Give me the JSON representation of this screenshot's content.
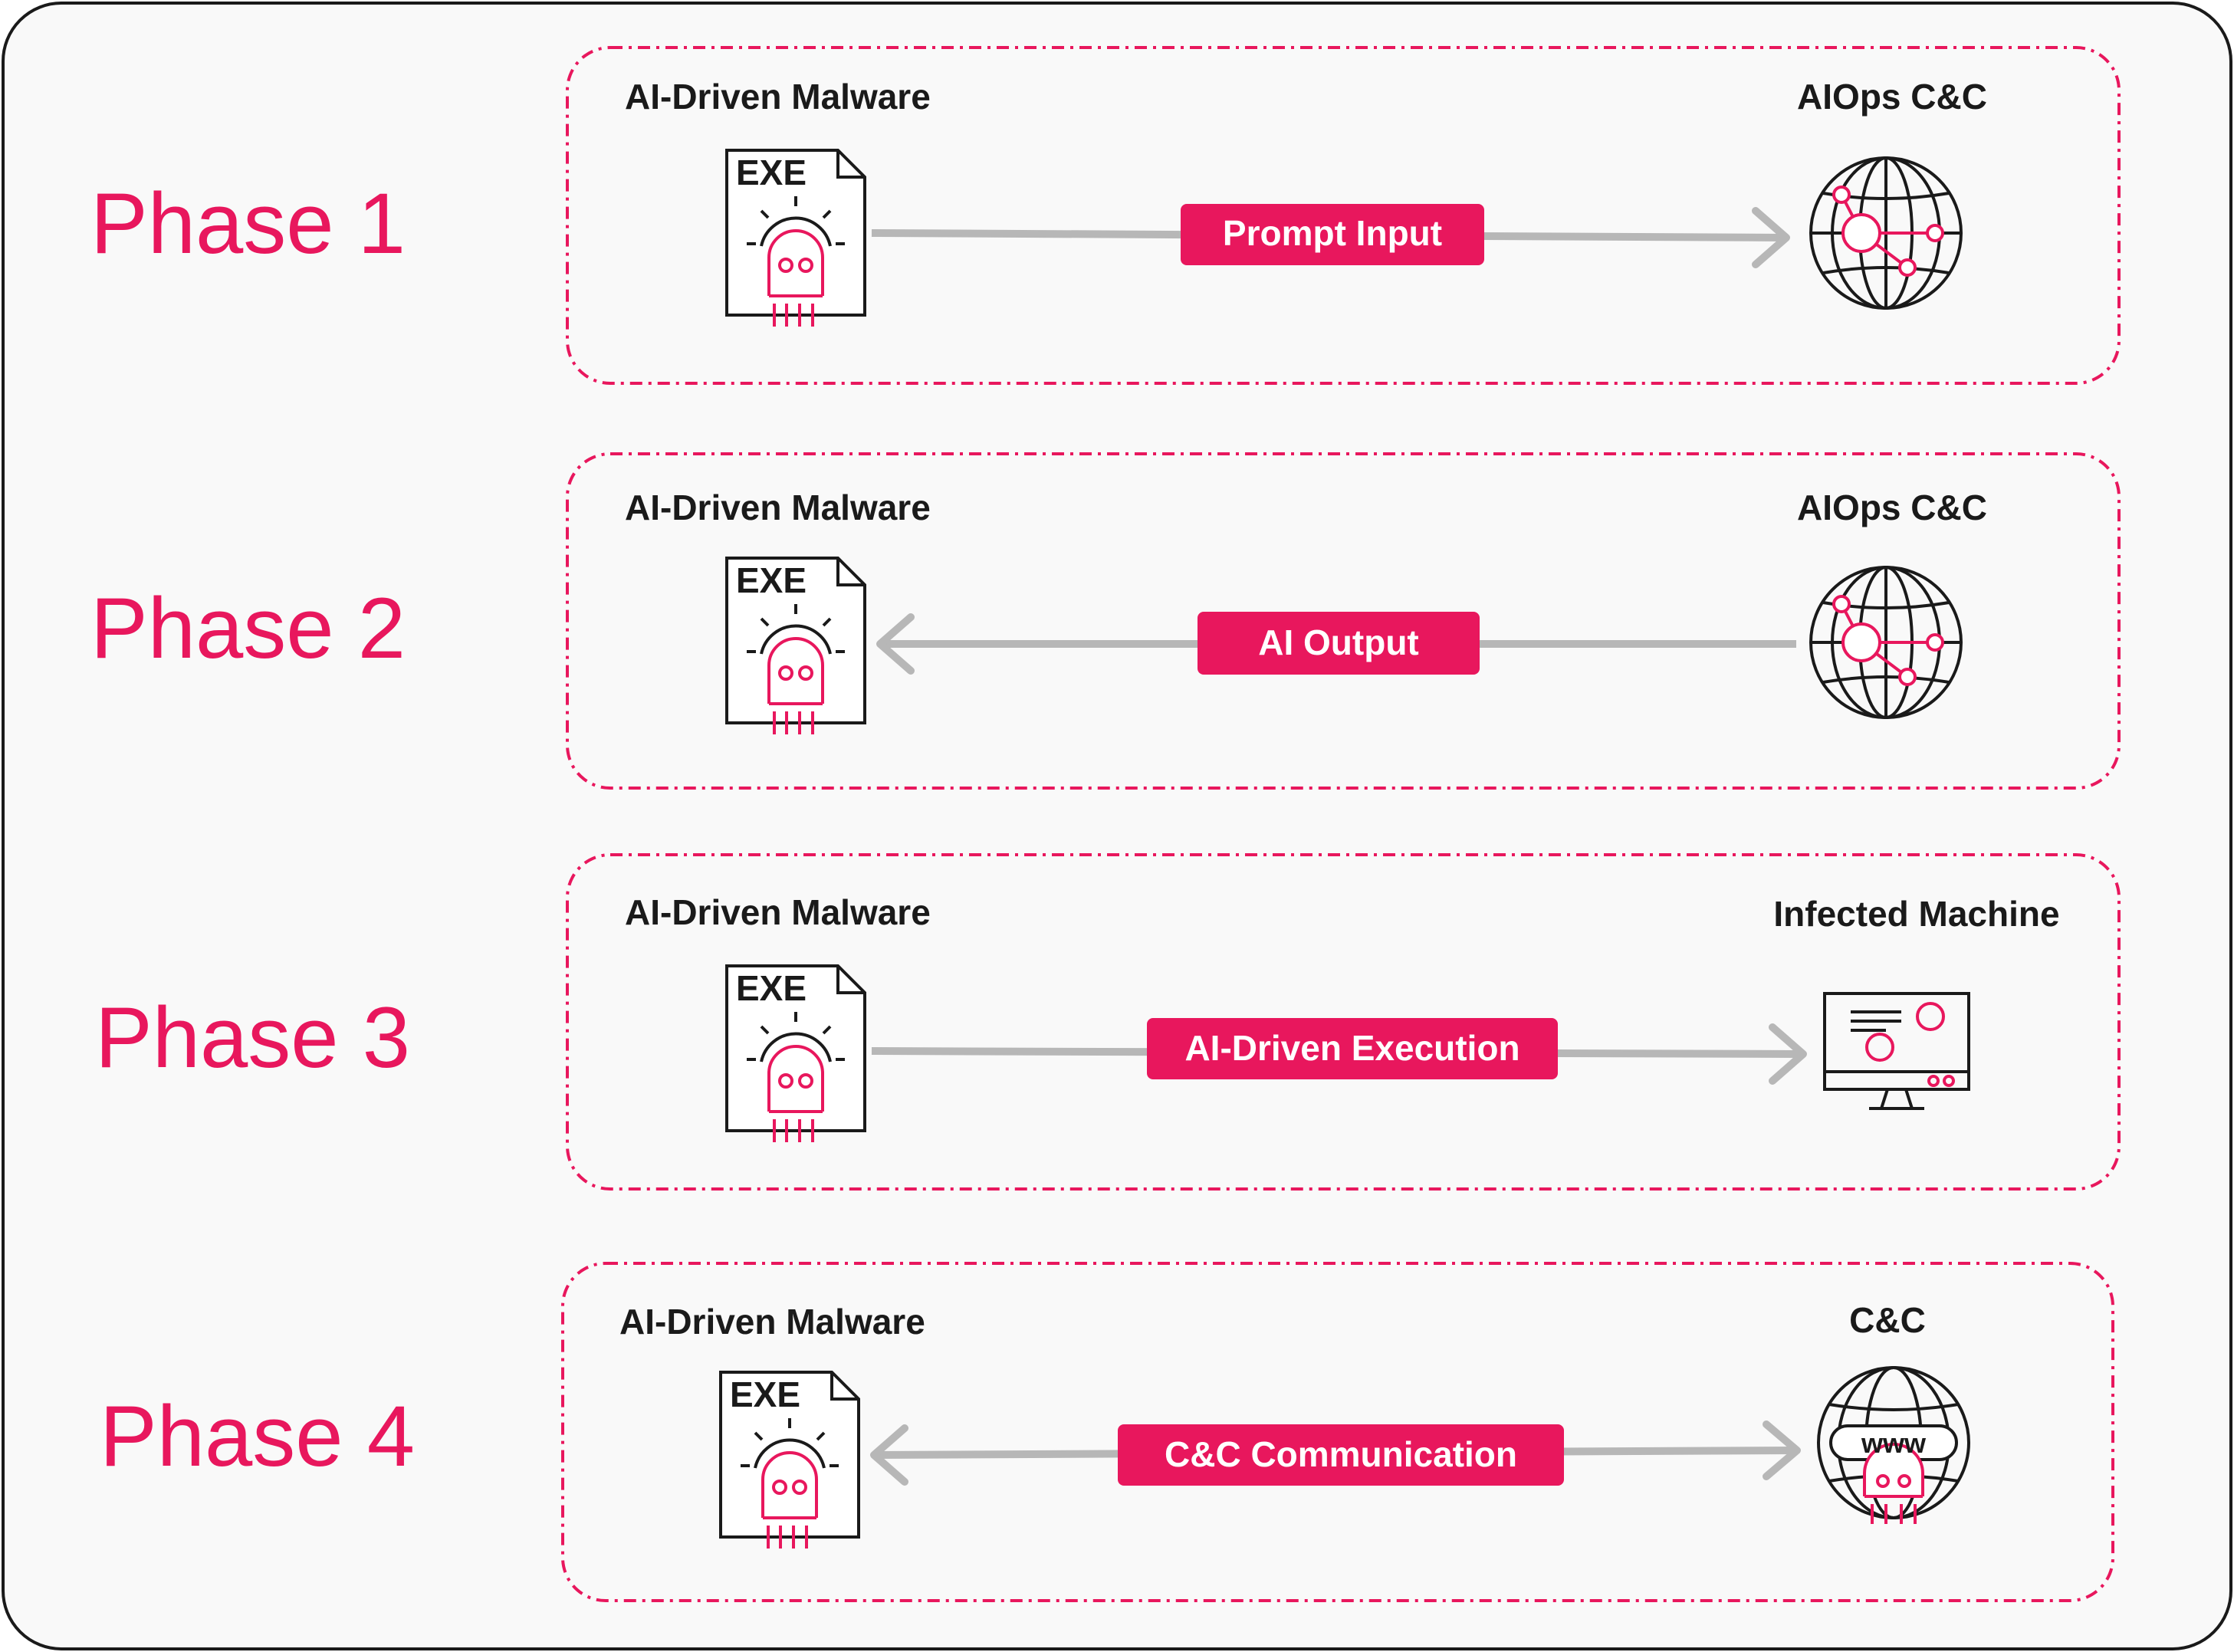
{
  "colors": {
    "accent": "#e8175d",
    "arrow": "#b7b7b7",
    "ink": "#1a1a1a",
    "panel_bg": "#f9f9f9"
  },
  "phases": [
    {
      "title": "Phase 1",
      "left_label": "AI-Driven Malware",
      "left_file_tag": "EXE",
      "right_label": "AIOps C&C",
      "right_icon": "globe-network-icon",
      "flow_label": "Prompt Input",
      "direction": "left-to-right"
    },
    {
      "title": "Phase 2",
      "left_label": "AI-Driven Malware",
      "left_file_tag": "EXE",
      "right_label": "AIOps C&C",
      "right_icon": "globe-network-icon",
      "flow_label": "AI Output",
      "direction": "right-to-left"
    },
    {
      "title": "Phase 3",
      "left_label": "AI-Driven Malware",
      "left_file_tag": "EXE",
      "right_label": "Infected Machine",
      "right_icon": "monitor-icon",
      "flow_label": "AI-Driven Execution",
      "direction": "left-to-right"
    },
    {
      "title": "Phase 4",
      "left_label": "AI-Driven Malware",
      "left_file_tag": "EXE",
      "right_label": "C&C",
      "right_icon": "globe-www-icon",
      "right_icon_text": "www",
      "flow_label": "C&C Communication",
      "direction": "bidirectional"
    }
  ]
}
